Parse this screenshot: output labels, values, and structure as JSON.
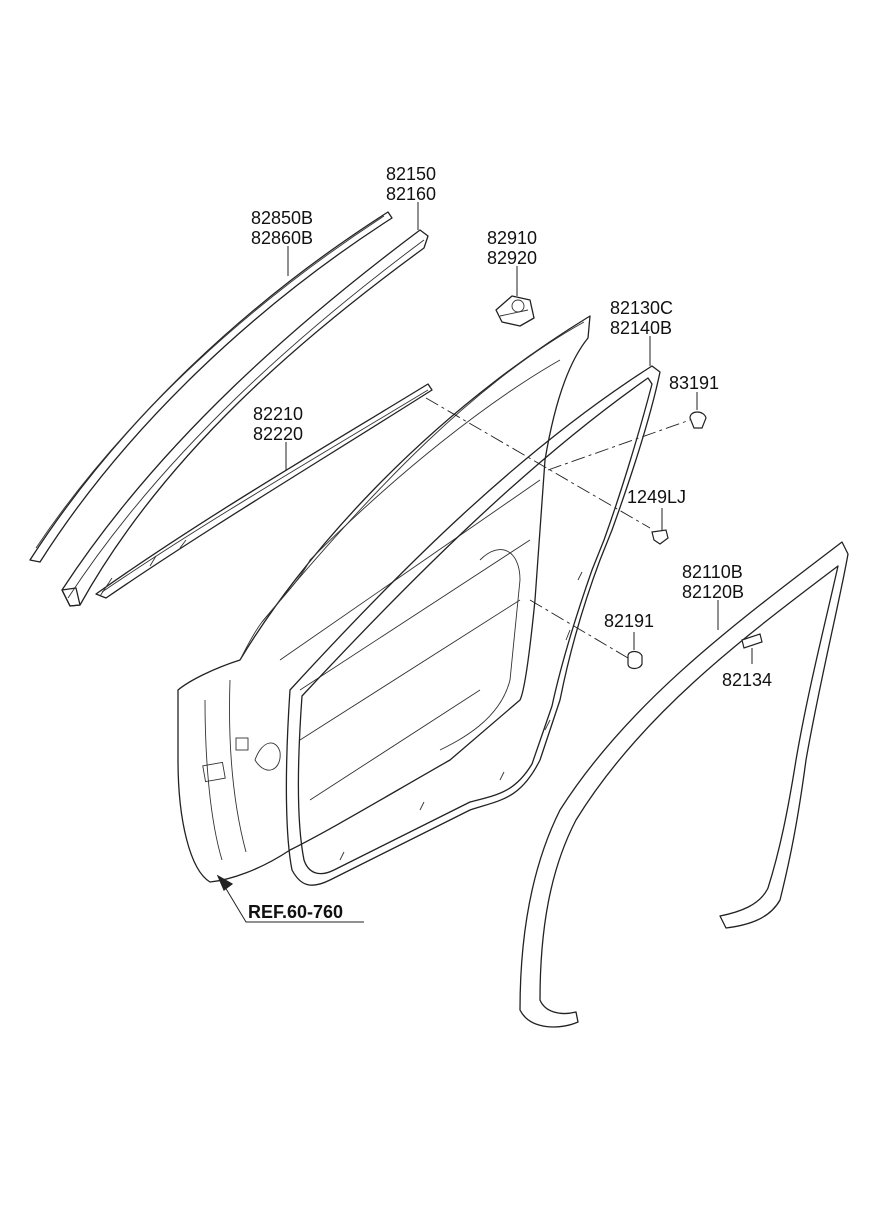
{
  "labels": {
    "p82150": "82150",
    "p82160": "82160",
    "p82850B": "82850B",
    "p82860B": "82860B",
    "p82910": "82910",
    "p82920": "82920",
    "p82130C": "82130C",
    "p82140B": "82140B",
    "p83191": "83191",
    "p82210": "82210",
    "p82220": "82220",
    "p1249LJ": "1249LJ",
    "p82110B": "82110B",
    "p82120B": "82120B",
    "p82191": "82191",
    "p82134": "82134",
    "ref": "REF.60-760"
  }
}
